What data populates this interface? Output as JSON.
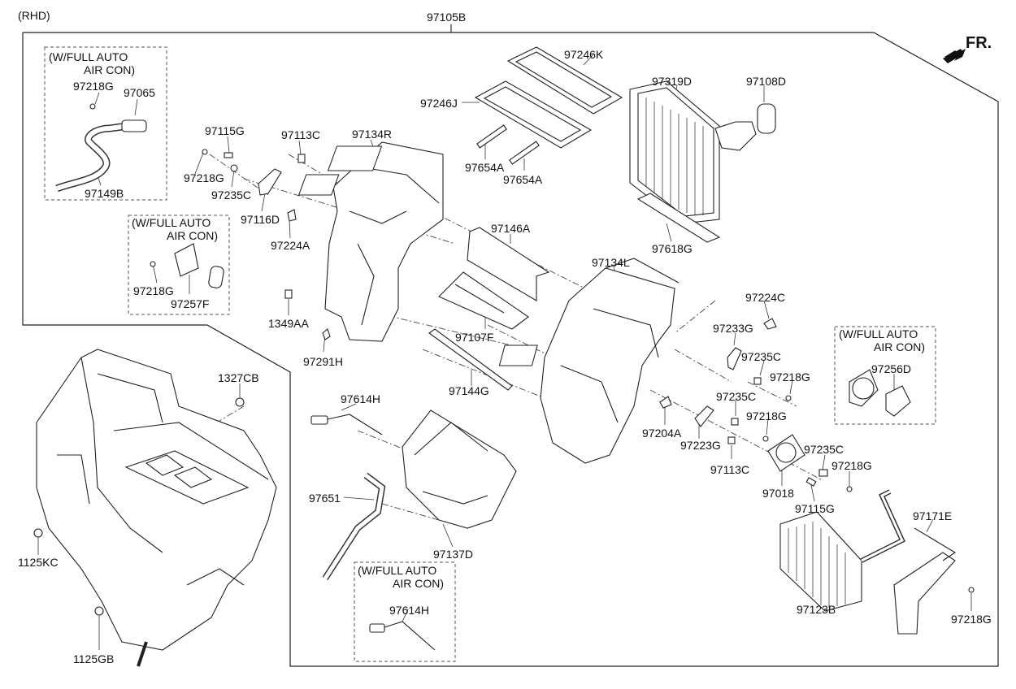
{
  "variant": "(RHD)",
  "assembly_code": "97105B",
  "front_marker": "FR.",
  "notes": {
    "auto_ac_top_left": [
      "(W/FULL AUTO",
      "AIR CON)"
    ],
    "auto_ac_mid_left": [
      "(W/FULL AUTO",
      "AIR CON)"
    ],
    "auto_ac_right": [
      "(W/FULL AUTO",
      "AIR CON)"
    ],
    "auto_ac_bottom": [
      "(W/FULL AUTO",
      "AIR CON)"
    ]
  },
  "parts": {
    "p97218G_a": "97218G",
    "p97065": "97065",
    "p97149B": "97149B",
    "p97115G_a": "97115G",
    "p97218G_b": "97218G",
    "p97235C_a": "97235C",
    "p97116D": "97116D",
    "p97113C_a": "97113C",
    "p97134R": "97134R",
    "p97224A": "97224A",
    "p97218G_c": "97218G",
    "p97257F": "97257F",
    "p1349AA": "1349AA",
    "p97291H": "97291H",
    "p97246K": "97246K",
    "p97246J": "97246J",
    "p97654A_a": "97654A",
    "p97654A_b": "97654A",
    "p97319D": "97319D",
    "p97108D": "97108D",
    "p97618G": "97618G",
    "p97146A": "97146A",
    "p97107F": "97107F",
    "p97134L": "97134L",
    "p97144G": "97144G",
    "p97224C": "97224C",
    "p97233G": "97233G",
    "p97235C_b": "97235C",
    "p97218G_d": "97218G",
    "p97235C_c": "97235C",
    "p97218G_e": "97218G",
    "p97204A": "97204A",
    "p97223G": "97223G",
    "p97113C_b": "97113C",
    "p97235C_d": "97235C",
    "p97218G_f": "97218G",
    "p97018": "97018",
    "p97115G_b": "97115G",
    "p97256D": "97256D",
    "p1327CB": "1327CB",
    "p1125KC": "1125KC",
    "p1125GB": "1125GB",
    "p97614H_a": "97614H",
    "p97651": "97651",
    "p97137D": "97137D",
    "p97614H_b": "97614H",
    "p97123B": "97123B",
    "p97171E": "97171E",
    "p97218G_g": "97218G"
  }
}
